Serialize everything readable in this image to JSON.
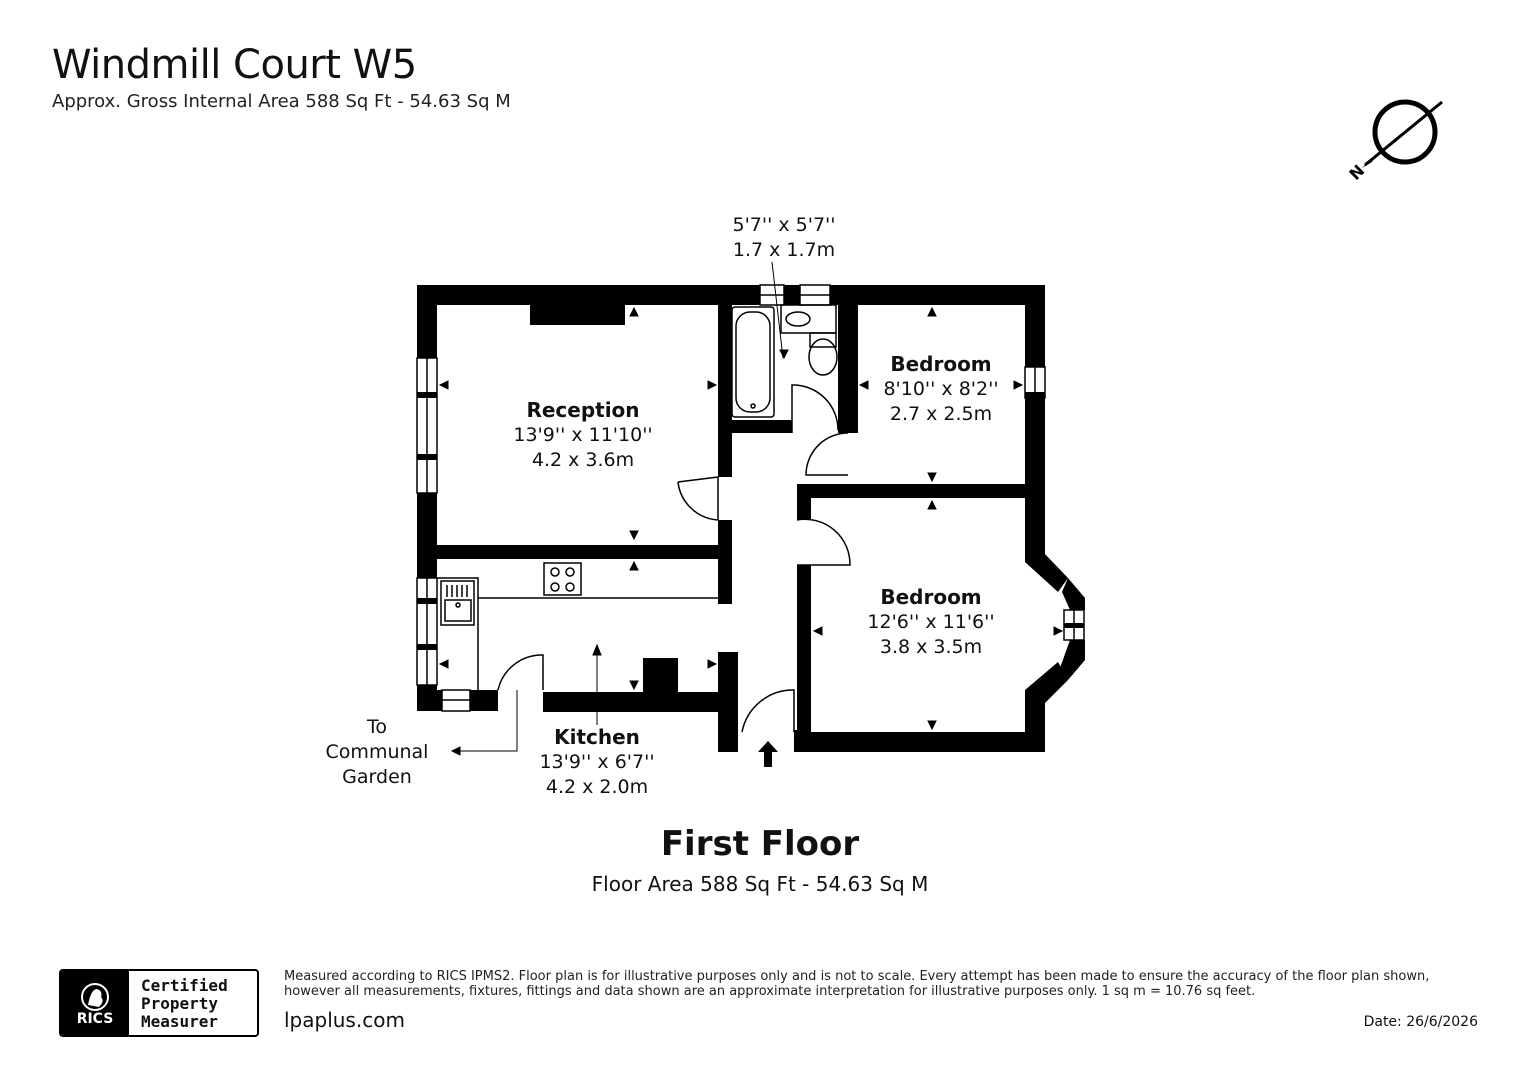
{
  "header": {
    "title": "Windmill Court W5",
    "subtitle": "Approx. Gross Internal Area 588 Sq Ft - 54.63 Sq M"
  },
  "compass": {
    "letter": "N"
  },
  "rooms": {
    "bathroom": {
      "dim_imperial": "5'7'' x 5'7''",
      "dim_metric": "1.7 x 1.7m"
    },
    "reception": {
      "name": "Reception",
      "dim_imperial": "13'9'' x 11'10''",
      "dim_metric": "4.2 x 3.6m"
    },
    "bedroom1": {
      "name": "Bedroom",
      "dim_imperial": "8'10'' x 8'2''",
      "dim_metric": "2.7 x 2.5m"
    },
    "bedroom2": {
      "name": "Bedroom",
      "dim_imperial": "12'6'' x 11'6''",
      "dim_metric": "3.8 x 3.5m"
    },
    "kitchen": {
      "name": "Kitchen",
      "dim_imperial": "13'9'' x 6'7''",
      "dim_metric": "4.2 x 2.0m"
    }
  },
  "garden_note": {
    "line1": "To",
    "line2": "Communal",
    "line3": "Garden"
  },
  "floor": {
    "title": "First Floor",
    "area": "Floor Area 588 Sq Ft - 54.63 Sq M"
  },
  "footer": {
    "badge_logo": "RICS",
    "badge_lines": [
      "Certified",
      "Property",
      "Measurer"
    ],
    "disclaimer": "Measured according to RICS IPMS2. Floor plan is for illustrative purposes only and is not to scale. Every attempt has been made to ensure the accuracy of the floor plan shown, however all measurements, fixtures, fittings and data shown are an approximate interpretation for illustrative purposes only. 1 sq m = 10.76 sq feet.",
    "website": "lpaplus.com",
    "date": "Date: 26/6/2026"
  }
}
